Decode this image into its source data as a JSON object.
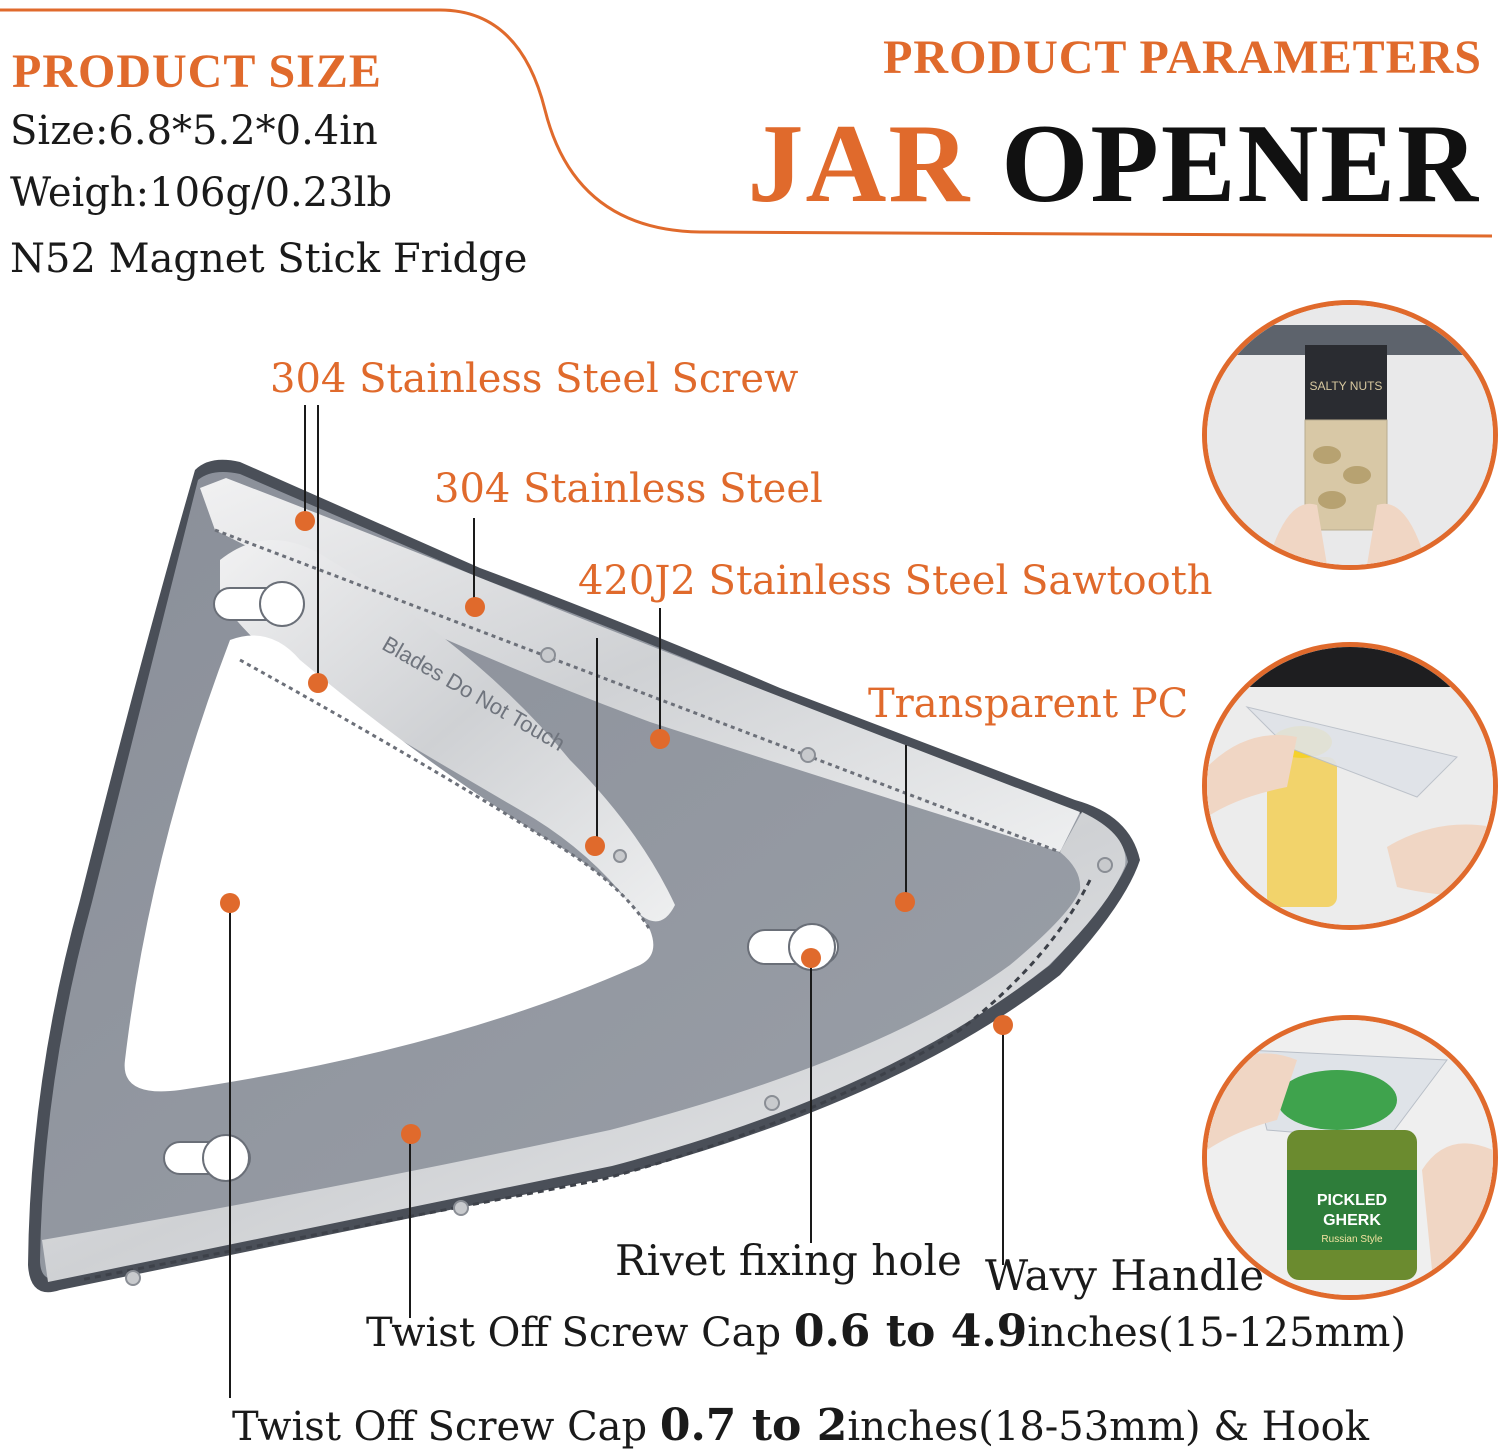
{
  "header": {
    "size_title": "PRODUCT SIZE",
    "specs": [
      "Size:6.8*5.2*0.4in",
      "Weigh:106g/0.23lb",
      "N52 Magnet Stick Fridge"
    ],
    "params_title": "PRODUCT PARAMETERS",
    "product_word1": "JAR",
    "product_word2": "OPENER"
  },
  "labels": {
    "screw": "304 Stainless Steel Screw",
    "steel": "304 Stainless Steel",
    "sawtooth": "420J2 Stainless Steel Sawtooth",
    "pc": "Transparent PC",
    "rivet": "Rivet fixing hole",
    "handle": "Wavy Handle"
  },
  "caps": {
    "large": {
      "prefix": "Twist Off Screw Cap ",
      "range": "0.6 to 4.9",
      "suffix": "inches(15-125mm)"
    },
    "small": {
      "prefix": "Twist Off Screw Cap ",
      "range": "0.7 to 2",
      "suffix": "inches(18-53mm) & Hook"
    }
  },
  "photos": {
    "top_jar_label": "SALTY NUTS",
    "bottom_jar_label1": "PICKLED",
    "bottom_jar_label2": "GHERK",
    "bottom_jar_label3": "Russian Style"
  },
  "engraving": "Blades Do Not Touch",
  "colors": {
    "accent": "#e06a2c",
    "body_gray": "#8d929b",
    "steel": "#d9dadc",
    "edge_dark": "#4a4f58"
  }
}
